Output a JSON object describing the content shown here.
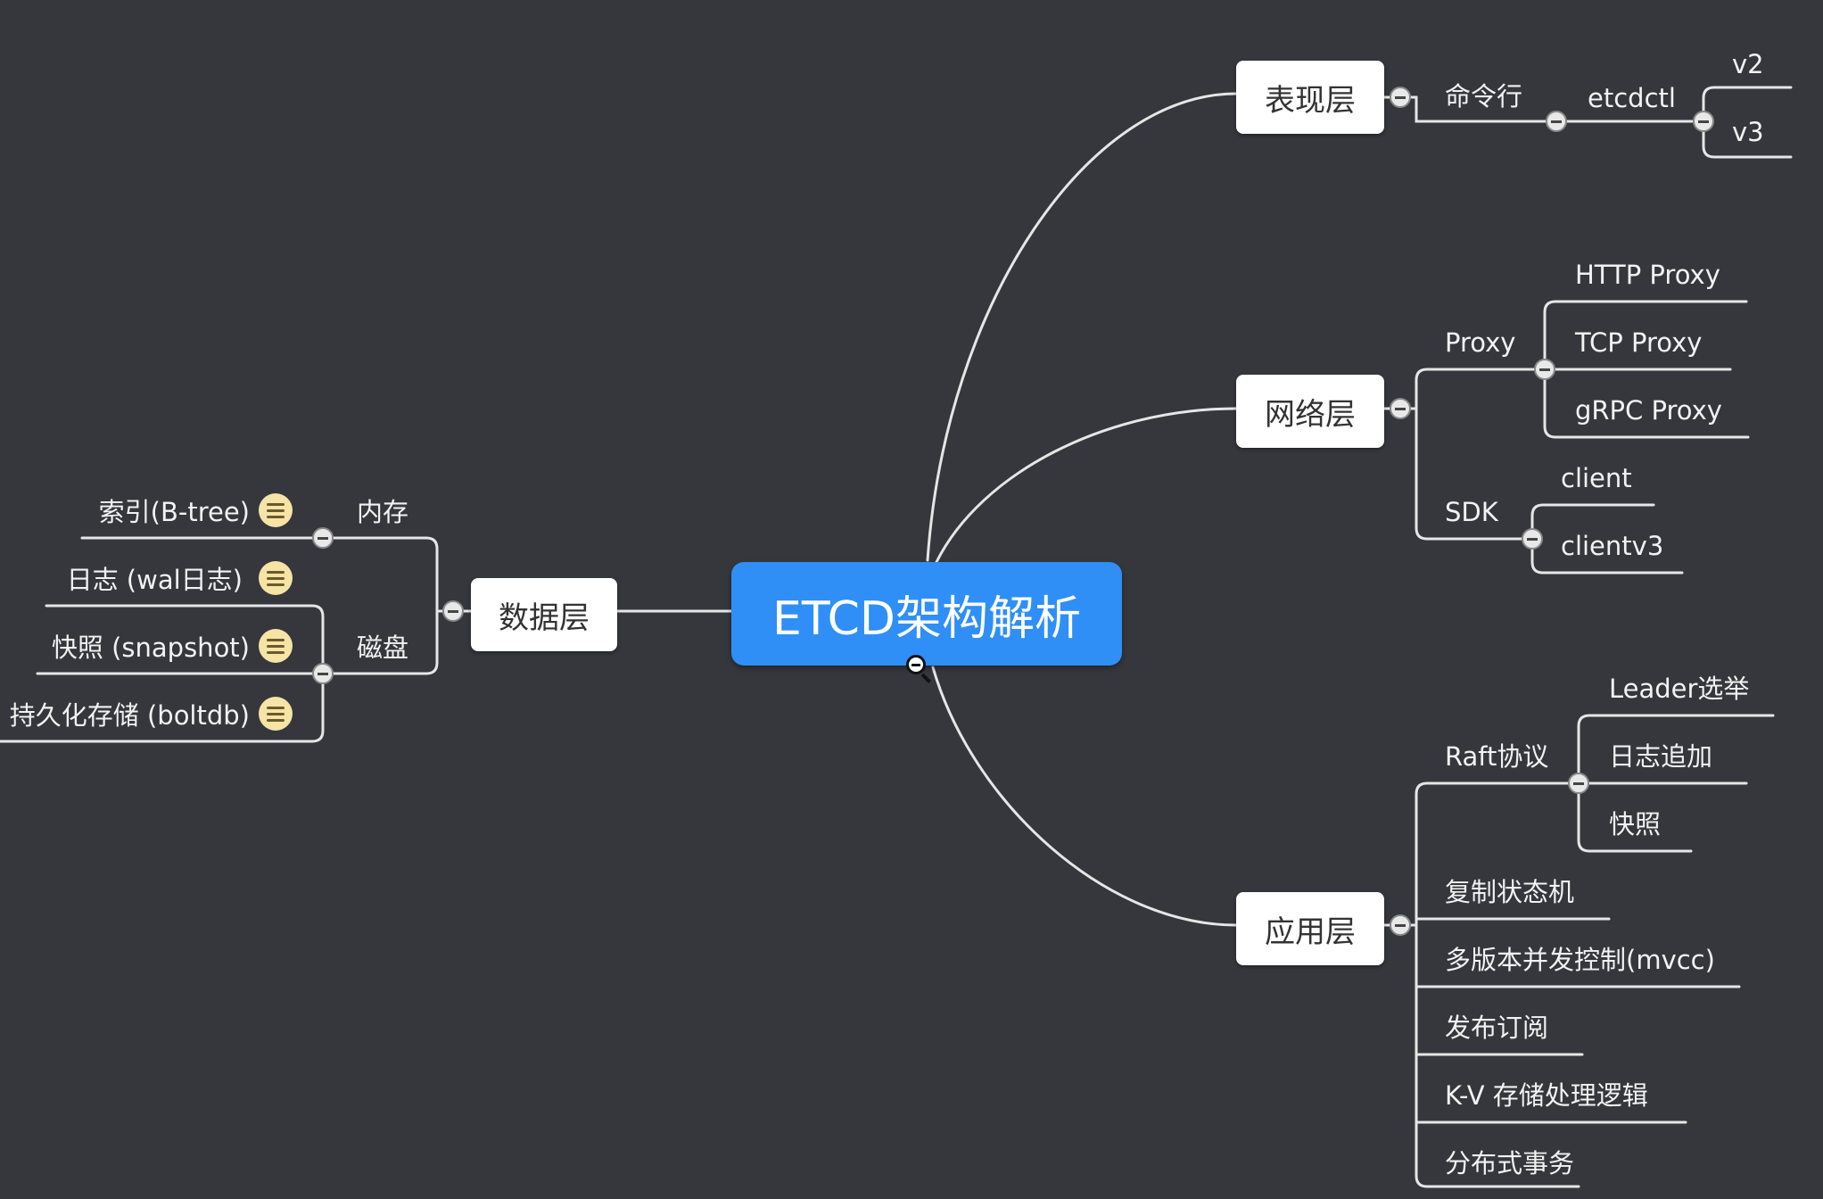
{
  "central": "ETCD架构解析",
  "layers": {
    "presentation": {
      "label": "表现层",
      "cli": "命令行",
      "etcdctl": "etcdctl",
      "v2": "v2",
      "v3": "v3"
    },
    "network": {
      "label": "网络层",
      "proxy": "Proxy",
      "http_proxy": "HTTP Proxy",
      "tcp_proxy": "TCP Proxy",
      "grpc_proxy": "gRPC Proxy",
      "sdk": "SDK",
      "client": "client",
      "clientv3": "clientv3"
    },
    "application": {
      "label": "应用层",
      "raft": "Raft协议",
      "leader_election": "Leader选举",
      "log_append": "日志追加",
      "snapshot": "快照",
      "replicated_state_machine": "复制状态机",
      "mvcc": "多版本并发控制(mvcc)",
      "pubsub": "发布订阅",
      "kv_logic": "K-V 存储处理逻辑",
      "distributed_tx": "分布式事务"
    },
    "data": {
      "label": "数据层",
      "memory": "内存",
      "index": "索引(B-tree)",
      "disk": "磁盘",
      "wal": "日志 (wal日志)",
      "snap": "快照 (snapshot)",
      "persist": "持久化存储 (boltdb)"
    }
  },
  "colors": {
    "background": "#35373c",
    "central": "#2f8ff6",
    "line": "#e6e6e6",
    "note": "#f5e4a6"
  }
}
